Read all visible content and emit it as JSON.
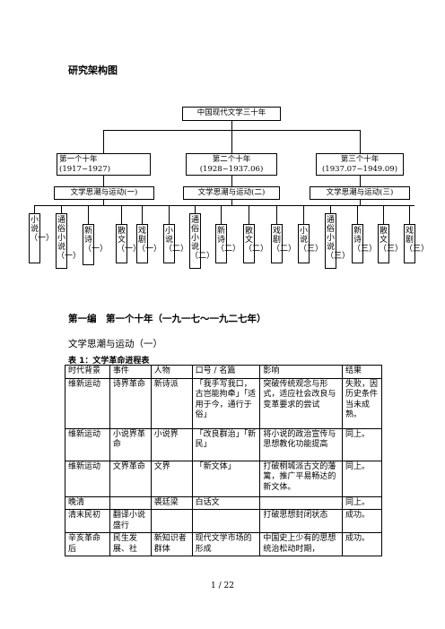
{
  "page_title": "研究架构图",
  "root": "中国现代文学三十年",
  "decades": [
    {
      "label": "第一个十年 (1917~1927)"
    },
    {
      "label": "第二个十年\n(1928~1937.06)"
    },
    {
      "label": "第三个十年\n(1937.07~1949.09)"
    }
  ],
  "movements": [
    "文学思潮与运动(一)",
    "文学思潮与运动(二)",
    "文学思潮与运动(三)"
  ],
  "genres": [
    "小说（一）",
    "通俗小说（一）",
    "新诗（一）",
    "散文（一）",
    "戏剧（一）",
    "小说（二）",
    "通俗小说（二）",
    "新诗（二）",
    "散文（二）",
    "戏剧（二）",
    "小说（三）",
    "通俗小说（三）",
    "新诗（三）",
    "散文（三）",
    "戏剧（三）"
  ],
  "part_title": "第一编　第一个十年（一九一七～一九二七年）",
  "section_title": "文学思潮与运动（一）",
  "table_caption": "表 1：文学革命进程表",
  "table": {
    "headers": [
      "时代背景",
      "事件",
      "人物",
      "口号 / 名篇",
      "影响",
      "结果"
    ],
    "rows": [
      [
        "维新运动",
        "诗界革命",
        "新诗派",
        "「我手写我口，古岂能拘牵」「适用于今，通行于俗」",
        "突破传统观念与形式，适应社会改良与变革要求的尝试",
        "失败，因历史条件当未成熟。"
      ],
      [
        "维新运动",
        "小说界革命",
        "小说界",
        "「改良群治」「新民」",
        "将小说的政治宣传与思想教化功能提高",
        "同上。"
      ],
      [
        "维新运动",
        "文界革命",
        "文界",
        "「新文体」",
        "打破桐城派古文的藩篱，推广平易畅达的新文体。",
        "同上。"
      ],
      [
        "晚清",
        "",
        "裘廷梁",
        "白话文",
        "",
        "同上。"
      ],
      [
        "清末民初",
        "翻译小说盛行",
        "",
        "",
        "打破思想封闭状态",
        "成功。"
      ],
      [
        "辛亥革命后",
        "民生发展、社",
        "新知识者群体",
        "现代文学市场的形成",
        "中国史上少有的思想统治松动时期，",
        "成功。"
      ]
    ]
  },
  "page_number": "1 / 22"
}
